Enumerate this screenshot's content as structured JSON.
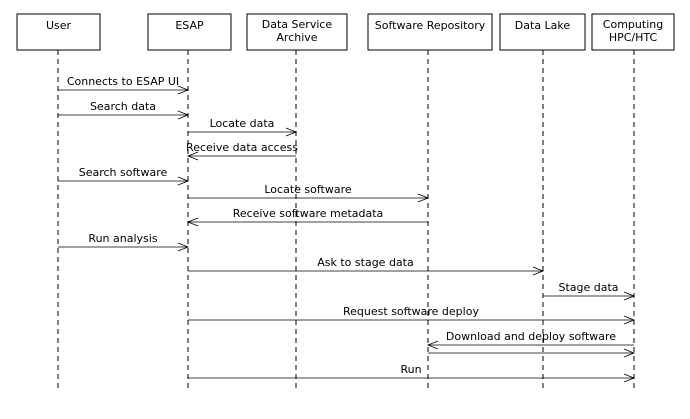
{
  "participants": [
    {
      "id": "user",
      "lines": [
        "User"
      ]
    },
    {
      "id": "esap",
      "lines": [
        "ESAP"
      ]
    },
    {
      "id": "dsa",
      "lines": [
        "Data Service",
        "Archive"
      ]
    },
    {
      "id": "swrepo",
      "lines": [
        "Software Repository"
      ]
    },
    {
      "id": "datalake",
      "lines": [
        "Data Lake"
      ]
    },
    {
      "id": "computing",
      "lines": [
        "Computing",
        "HPC/HTC"
      ]
    }
  ],
  "messages": [
    {
      "from": "user",
      "to": "esap",
      "label": "Connects to ESAP UI"
    },
    {
      "from": "user",
      "to": "esap",
      "label": "Search data"
    },
    {
      "from": "esap",
      "to": "dsa",
      "label": "Locate data"
    },
    {
      "from": "dsa",
      "to": "esap",
      "label": "Receive data access"
    },
    {
      "from": "user",
      "to": "esap",
      "label": "Search software"
    },
    {
      "from": "esap",
      "to": "swrepo",
      "label": "Locate software"
    },
    {
      "from": "swrepo",
      "to": "esap",
      "label": "Receive software metadata"
    },
    {
      "from": "user",
      "to": "esap",
      "label": "Run analysis"
    },
    {
      "from": "esap",
      "to": "datalake",
      "label": "Ask to stage data"
    },
    {
      "from": "datalake",
      "to": "computing",
      "label": "Stage data"
    },
    {
      "from": "esap",
      "to": "computing",
      "label": "Request software deploy"
    },
    {
      "from": "computing",
      "to": "swrepo",
      "label": "Download and deploy software"
    },
    {
      "from": "swrepo",
      "to": "computing",
      "label": ""
    },
    {
      "from": "esap",
      "to": "computing",
      "label": "Run"
    }
  ]
}
